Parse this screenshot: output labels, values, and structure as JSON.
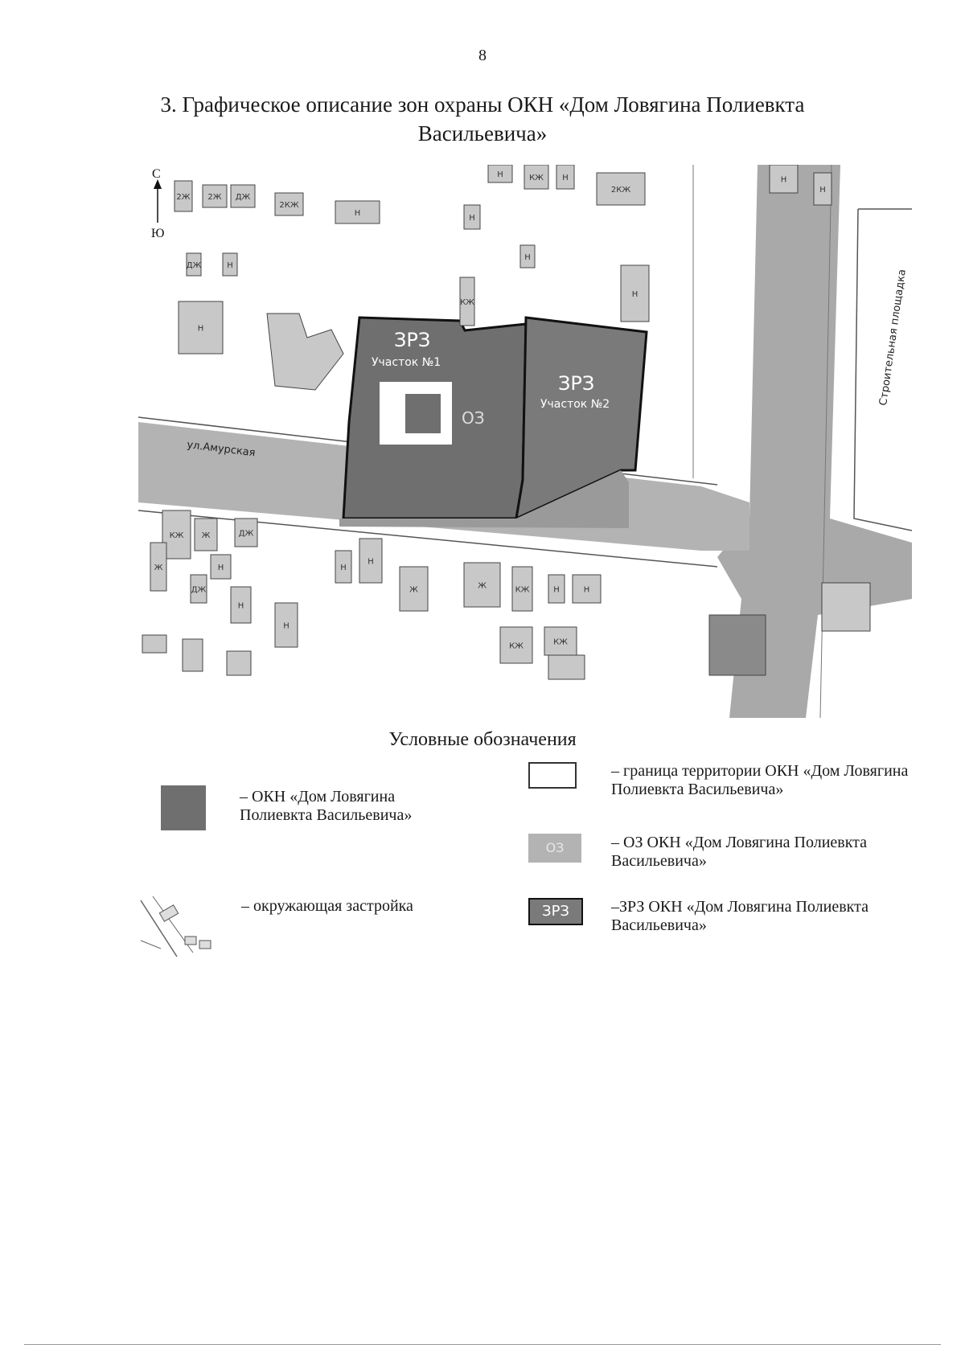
{
  "page_number": "8",
  "title_line1": "3. Графическое описание зон охраны ОКН «Дом Ловягина Полиевкта",
  "title_line2": "Васильевича»",
  "map": {
    "north": "С",
    "south": "Ю",
    "zone1_name": "ЗРЗ",
    "zone1_sub": "Участок №1",
    "zone2_name": "ЗРЗ",
    "zone2_sub": "Участок №2",
    "oz_label": "ОЗ",
    "street_label": "ул.Амурская",
    "site_label": "Строительная площадка",
    "building_labels": [
      "2Ж",
      "2Ж",
      "ДЖ",
      "2КЖ",
      "Н",
      "Н",
      "Н",
      "КЖ",
      "Н",
      "2КЖ",
      "Н",
      "ДЖ",
      "Н",
      "Н",
      "КЖ",
      "Н",
      "Н",
      "Н",
      "КЖ",
      "Ж",
      "Ж",
      "ДЖ",
      "Н",
      "ДЖ",
      "Н",
      "Н",
      "Н",
      "Н",
      "Ж",
      "Ж",
      "КЖ",
      "Н",
      "Н",
      "КЖ",
      "КЖ"
    ]
  },
  "legend": {
    "title": "Условные обозначения",
    "okn_text": "– ОКН «Дом Ловягина Полиевкта Васильевича»",
    "buildings_text": "– окружающая застройка",
    "border_text": "– граница территории ОКН «Дом Ловягина Полиевкта Васильевича»",
    "oz_swatch": "ОЗ",
    "oz_text": "– ОЗ ОКН «Дом Ловягина Полиевкта Васильевича»",
    "zrz_swatch": "ЗРЗ",
    "zrz_text": "–ЗРЗ ОКН «Дом Ловягина Полиевкта Васильевича»"
  },
  "colors": {
    "okn": "#6f6f6f",
    "zrz": "#7a7a7a",
    "oz": "#b3b3b3",
    "road": "#a9a9a9",
    "building": "#c8c8c8"
  }
}
